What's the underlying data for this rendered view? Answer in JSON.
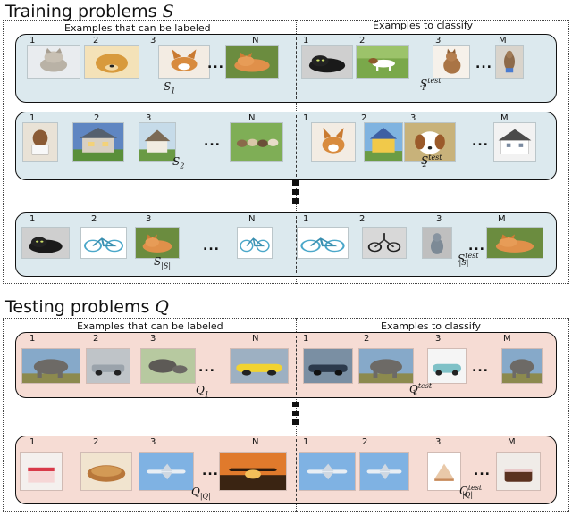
{
  "training": {
    "title": "Training problems",
    "symbol": "S",
    "col_left": "Examples that can be labeled",
    "col_right": "Examples to classify",
    "rows": [
      {
        "left_indices": [
          "1",
          "2",
          "3",
          "N"
        ],
        "right_indices": [
          "1",
          "2",
          "3",
          "M"
        ],
        "left_label": "S",
        "left_sub": "1",
        "right_label": "S",
        "right_sup": "test",
        "right_sub": "1"
      },
      {
        "left_indices": [
          "1",
          "2",
          "3",
          "N"
        ],
        "right_indices": [
          "1",
          "2",
          "3",
          "M"
        ],
        "left_label": "S",
        "left_sub": "2",
        "right_label": "S",
        "right_sup": "test",
        "right_sub": "2"
      },
      {
        "left_indices": [
          "1",
          "2",
          "3",
          "N"
        ],
        "right_indices": [
          "1",
          "2",
          "3",
          "M"
        ],
        "left_label": "S",
        "left_sub": "|S|",
        "right_label": "S",
        "right_sup": "test",
        "right_sub": "|S|"
      }
    ]
  },
  "testing": {
    "title": "Testing problems",
    "symbol": "Q",
    "col_left": "Examples that can be labeled",
    "col_right": "Examples to classify",
    "rows": [
      {
        "left_indices": [
          "1",
          "2",
          "3",
          "N"
        ],
        "right_indices": [
          "1",
          "2",
          "3",
          "M"
        ],
        "left_label": "Q",
        "left_sub": "1",
        "right_label": "Q",
        "right_sup": "test",
        "right_sub": "1"
      },
      {
        "left_indices": [
          "1",
          "2",
          "3",
          "N"
        ],
        "right_indices": [
          "1",
          "2",
          "3",
          "M"
        ],
        "left_label": "Q",
        "left_sub": "|Q|",
        "right_label": "Q",
        "right_sup": "test",
        "right_sub": "|Q|"
      }
    ]
  },
  "ellipsis": "...",
  "images": {
    "t0": [
      "kitten",
      "golden-retriever",
      "corgi",
      "orange-cat",
      "black-cat",
      "dog-running",
      "tabby-cat",
      "small-dog"
    ],
    "t1": [
      "dog-sign",
      "house",
      "cottage",
      "puppies",
      "corgi",
      "yellow-house",
      "spaniel",
      "white-house"
    ],
    "t2": [
      "black-cat",
      "bicycle",
      "orange-cat",
      "bicycle",
      "bicycle",
      "folding-bike",
      "gray-cat",
      "orange-cat"
    ],
    "q0": [
      "elephant",
      "silver-car",
      "elephants",
      "yellow-car",
      "dark-car",
      "elephant",
      "teal-car",
      "elephant"
    ],
    "q1": [
      "strawberry-cake",
      "bread",
      "airplane",
      "airplane-sunset",
      "airplane",
      "airplane",
      "cake-slice",
      "chocolate-cake"
    ]
  },
  "colors": {
    "train_panel": "#dce9ee",
    "test_panel": "#f6dcd4"
  }
}
